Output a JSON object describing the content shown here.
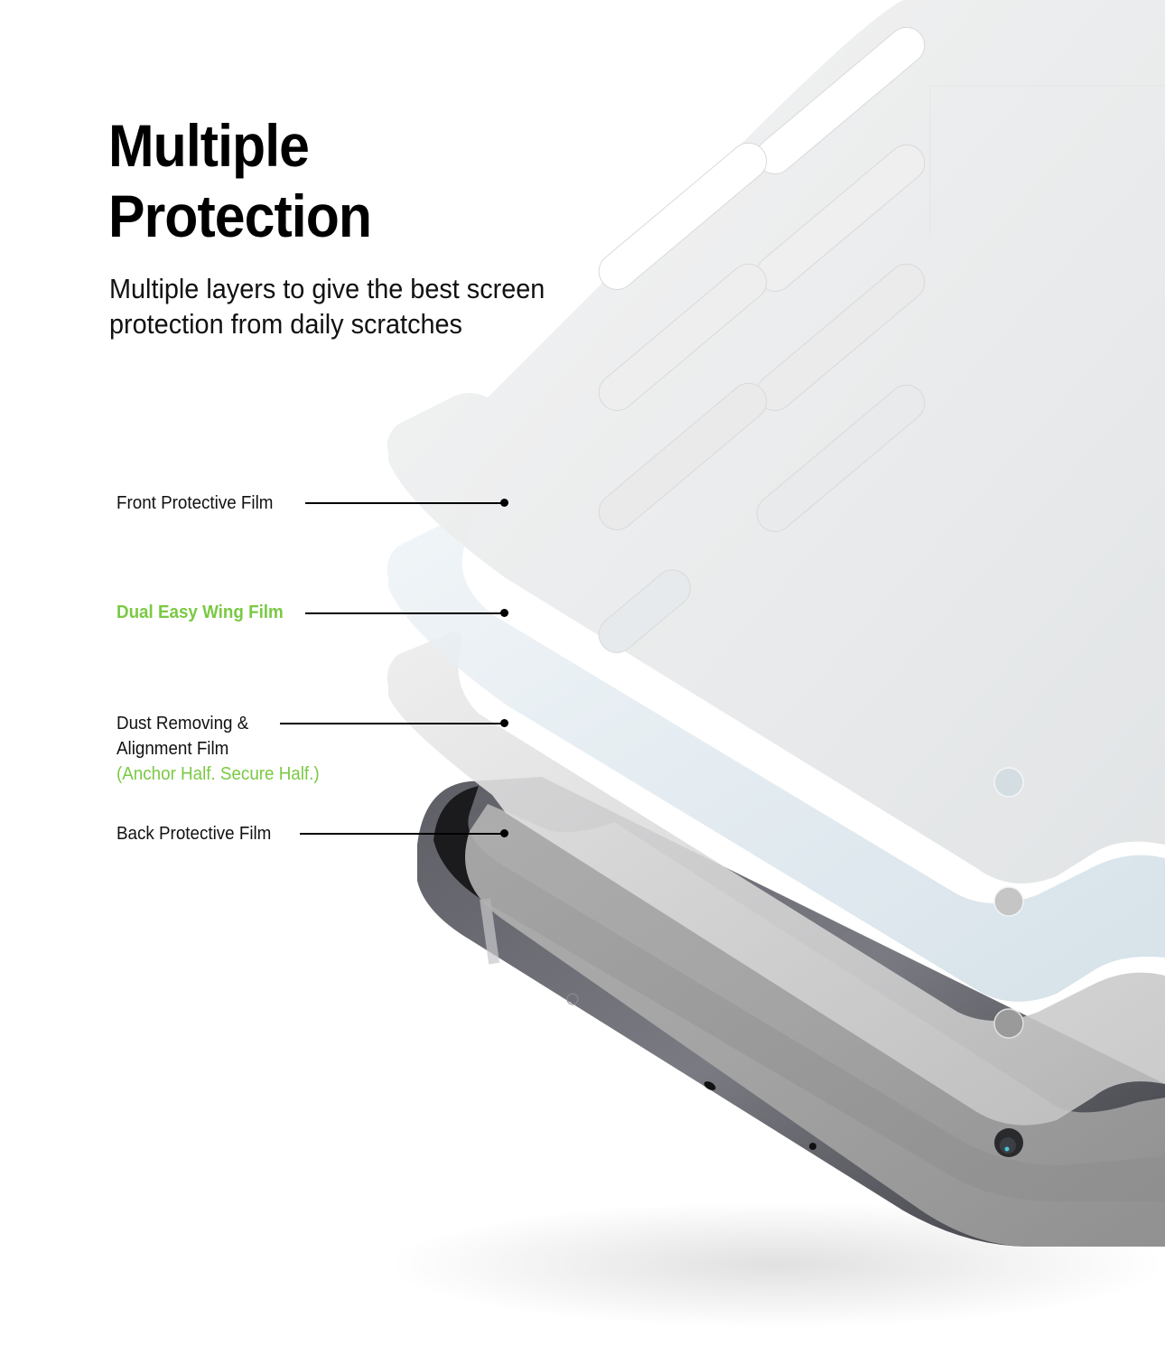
{
  "headline": {
    "line1": "Multiple",
    "line2": "Protection"
  },
  "subhead": {
    "line1": "Multiple layers to give the best screen",
    "line2": "protection from daily scratches"
  },
  "callouts": [
    {
      "label": "Front Protective Film",
      "highlight": false
    },
    {
      "label": "Dual Easy Wing Film",
      "highlight": true
    },
    {
      "label_line1": "Dust Removing &",
      "label_line2": "Alignment Film",
      "note": "(Anchor Half. Secure Half.)",
      "highlight": false
    },
    {
      "label": "Back Protective Film",
      "highlight": false
    }
  ],
  "colors": {
    "accent_green": "#7ac943",
    "text": "#000000",
    "background": "#ffffff"
  }
}
